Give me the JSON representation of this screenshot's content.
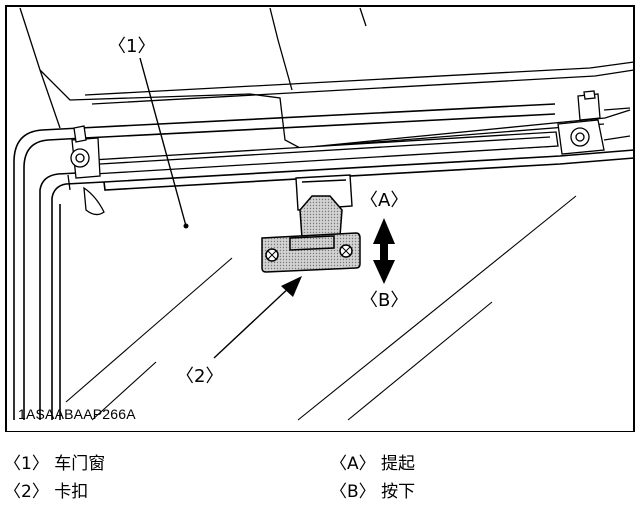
{
  "figure": {
    "code": "1ASAABAAP266A",
    "callouts": {
      "c1": "〈1〉",
      "c2": "〈2〉",
      "cA": "〈A〉",
      "cB": "〈B〉"
    }
  },
  "legend": {
    "item1": "〈1〉 车门窗",
    "item2": "〈2〉 卡扣",
    "itemA": "〈A〉 提起",
    "itemB": "〈B〉 按下"
  },
  "colors": {
    "line": "#000000",
    "latch_fill": "#bdbdbd"
  }
}
